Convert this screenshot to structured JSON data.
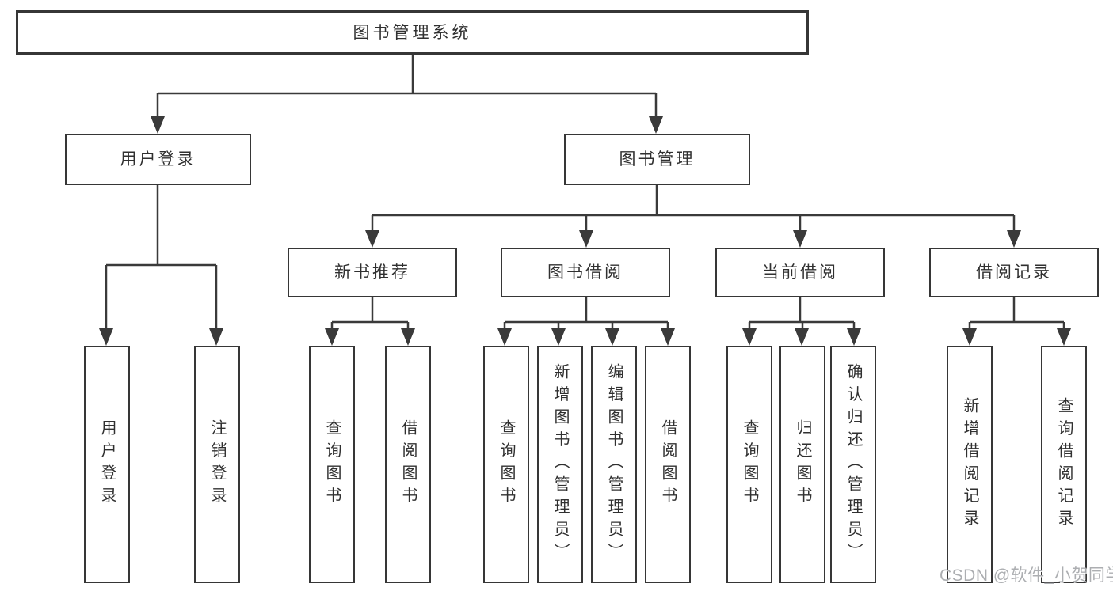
{
  "diagram": {
    "nodes": {
      "root": {
        "label": "图书管理系统"
      },
      "level2": [
        {
          "label": "用户登录"
        },
        {
          "label": "图书管理"
        }
      ],
      "level3": [
        {
          "label": "新书推荐",
          "parent": "图书管理"
        },
        {
          "label": "图书借阅",
          "parent": "图书管理"
        },
        {
          "label": "当前借阅",
          "parent": "图书管理"
        },
        {
          "label": "借阅记录",
          "parent": "图书管理"
        }
      ],
      "leaves": [
        {
          "label": "用户登录",
          "parent": "用户登录"
        },
        {
          "label": "注销登录",
          "parent": "用户登录"
        },
        {
          "label": "查询图书",
          "parent": "新书推荐"
        },
        {
          "label": "借阅图书",
          "parent": "新书推荐"
        },
        {
          "label": "查询图书",
          "parent": "图书借阅"
        },
        {
          "label": "新增图书（管理员）",
          "parent": "图书借阅"
        },
        {
          "label": "编辑图书（管理员）",
          "parent": "图书借阅"
        },
        {
          "label": "借阅图书",
          "parent": "图书借阅"
        },
        {
          "label": "查询图书",
          "parent": "当前借阅"
        },
        {
          "label": "归还图书",
          "parent": "当前借阅"
        },
        {
          "label": "确认归还（管理员）",
          "parent": "当前借阅"
        },
        {
          "label": "新增借阅记录",
          "parent": "借阅记录"
        },
        {
          "label": "查询借阅记录",
          "parent": "借阅记录"
        }
      ]
    },
    "colors": {
      "line": "#3a3a3a",
      "box_border": "#363636",
      "box_fill": "#ffffff",
      "text": "#303030",
      "watermark": "#a8aaad"
    }
  },
  "watermark": {
    "text": "CSDN @软件_小贺同学"
  }
}
